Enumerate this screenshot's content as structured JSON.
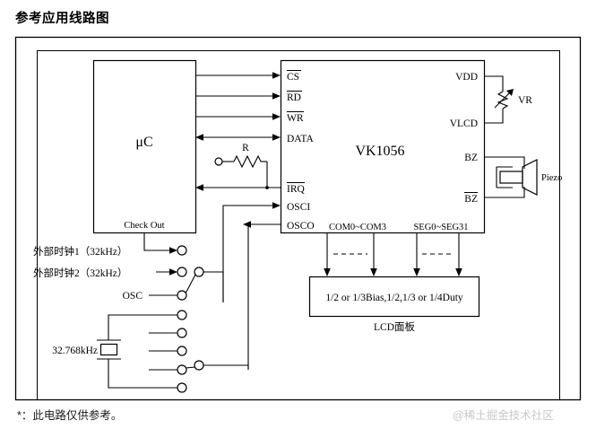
{
  "page": {
    "title": "参考应用线路图",
    "footnote": "*：此电路仅供参考。",
    "watermark": "@稀土掘金技术社区"
  },
  "blocks": {
    "mcu": {
      "label": "μC",
      "sub_label": "Check Out"
    },
    "chip": {
      "label": "VK1056"
    },
    "lcd_panel": {
      "label": "1/2 or 1/3Bias,1/2,1/3 or 1/4Duty",
      "caption": "LCD面板"
    }
  },
  "chip_pins_left": [
    {
      "name": "CS",
      "overline": true
    },
    {
      "name": "RD",
      "overline": true
    },
    {
      "name": "WR",
      "overline": true
    },
    {
      "name": "DATA",
      "overline": false
    },
    {
      "name": "IRQ",
      "overline": true
    },
    {
      "name": "OSCI",
      "overline": false
    },
    {
      "name": "OSCO",
      "overline": false
    }
  ],
  "chip_pins_right": [
    {
      "name": "VDD",
      "overline": false
    },
    {
      "name": "VLCD",
      "overline": false
    },
    {
      "name": "BZ",
      "overline": false
    },
    {
      "name": "BZ",
      "overline": true
    }
  ],
  "chip_pins_bottom": [
    {
      "name": "COM0~COM3"
    },
    {
      "name": "SEG0~SEG31"
    }
  ],
  "components": {
    "resistor": "R",
    "variable_resistor": "VR",
    "buzzer": "Piezo",
    "crystal": "32.768kHz"
  },
  "clock_sources": [
    {
      "label": "外部时钟1（32kHz）"
    },
    {
      "label": "外部时钟2（32kHz）"
    },
    {
      "label": "OSC"
    }
  ],
  "colors": {
    "ink": "#000000",
    "watermark": "#c9c9c9",
    "paper": "#ffffff"
  }
}
